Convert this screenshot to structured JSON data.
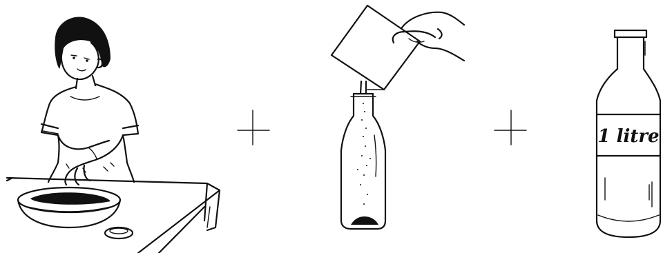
{
  "steps": [
    {
      "id": "wash-hands"
    },
    {
      "id": "add-salt-packet"
    },
    {
      "id": "one-litre-water",
      "bottle_label": "1 litre"
    }
  ],
  "operator": "+"
}
